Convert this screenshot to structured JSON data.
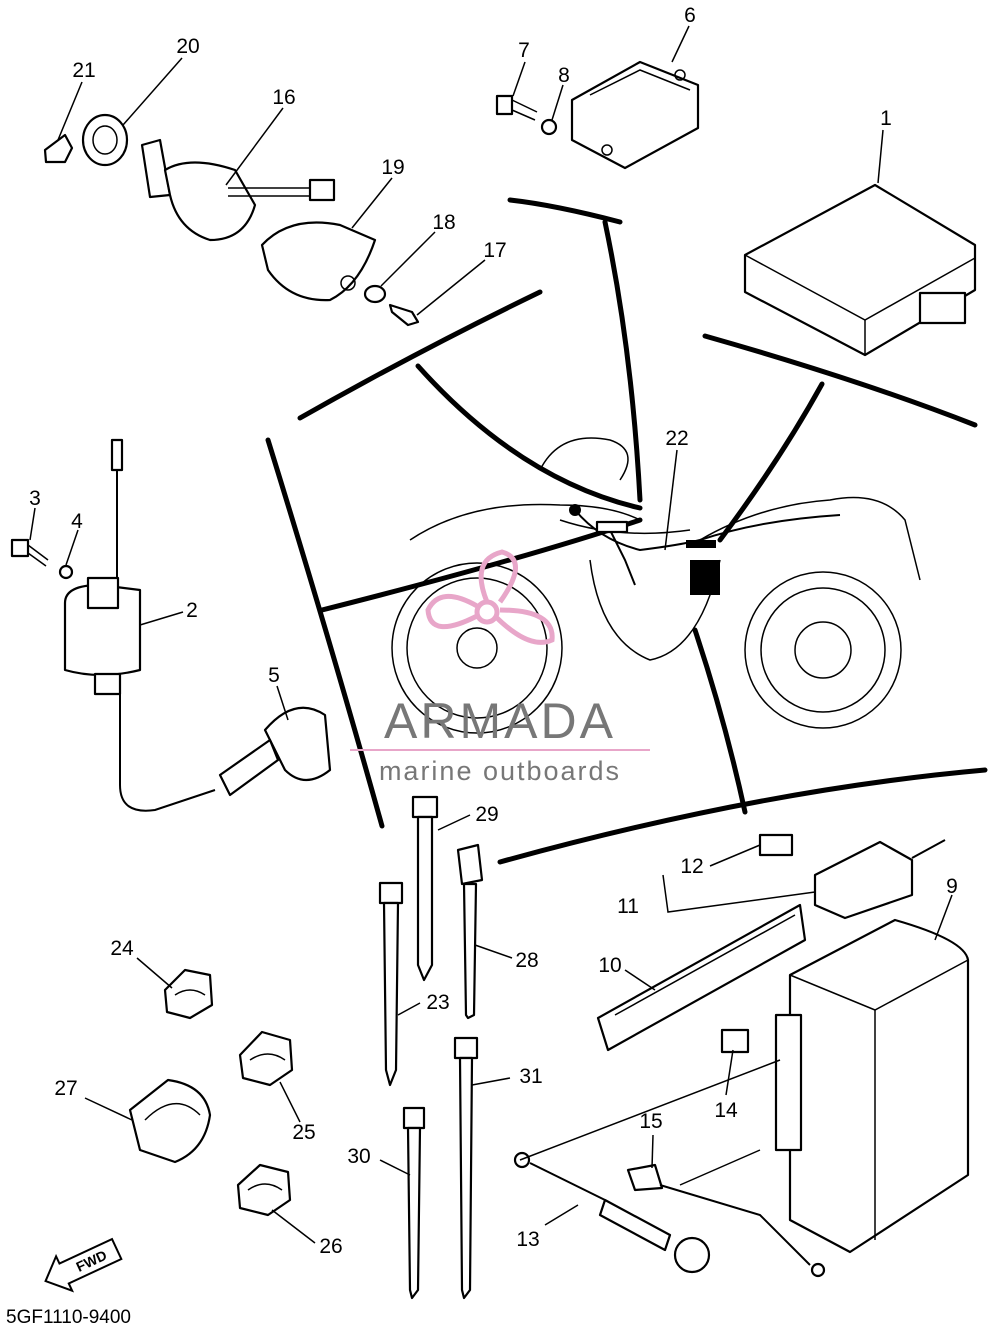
{
  "diagram": {
    "callouts": [
      "1",
      "2",
      "3",
      "4",
      "5",
      "6",
      "7",
      "8",
      "9",
      "10",
      "11",
      "12",
      "13",
      "14",
      "15",
      "16",
      "17",
      "18",
      "19",
      "20",
      "21",
      "22",
      "23",
      "24",
      "25",
      "26",
      "27",
      "28",
      "29",
      "30",
      "31"
    ],
    "part_number": "5GF1110-9400",
    "direction_label": "FWD",
    "watermark": {
      "name": "ARMADA",
      "tagline": "marine outboards",
      "accent_color": "#e8a6c9",
      "text_color": "#777777"
    }
  }
}
